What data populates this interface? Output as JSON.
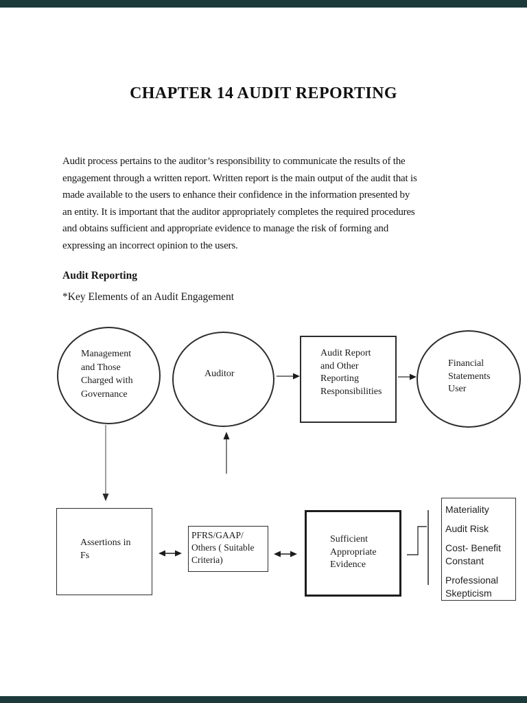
{
  "viewer": {
    "chrome_color": "#1d3a3b"
  },
  "document": {
    "title": "CHAPTER 14 AUDIT REPORTING",
    "intro_lines": [
      "Audit process pertains to the auditor’s responsibility to communicate the results of the",
      "engagement through a written report. Written report is the main output of the audit that is",
      "made available to the users to enhance their confidence in the information presented by",
      "an entity. It is important that the auditor appropriately completes the required procedures",
      "and obtains sufficient and appropriate evidence to manage the risk of forming and",
      "expressing an incorrect opinion to the users."
    ],
    "section_heading": "Audit Reporting",
    "key_elements_heading": "*Key Elements of an Audit Engagement"
  },
  "diagram": {
    "management_circle": {
      "lines": [
        "Management",
        "and Those",
        "Charged with",
        "Governance"
      ]
    },
    "auditor_circle": {
      "label": "Auditor"
    },
    "audit_report_box": {
      "lines": [
        "Audit Report",
        "and Other",
        "Reporting",
        "Responsibilities"
      ]
    },
    "fs_user_circle": {
      "lines": [
        "Financial",
        "Statements",
        "User"
      ]
    },
    "assertions_box": {
      "lines": [
        "Assertions in",
        "Fs"
      ]
    },
    "criteria_box": {
      "lines": [
        "PFRS/GAAP/",
        "Others ( Suitable",
        "Criteria)"
      ]
    },
    "evidence_box": {
      "lines": [
        "Sufficient",
        "Appropriate",
        "Evidence"
      ]
    },
    "considerations_box": {
      "items": [
        "Materiality",
        "Audit Risk",
        "Cost- Benefit Constant",
        "Professional Skepticism"
      ]
    }
  }
}
